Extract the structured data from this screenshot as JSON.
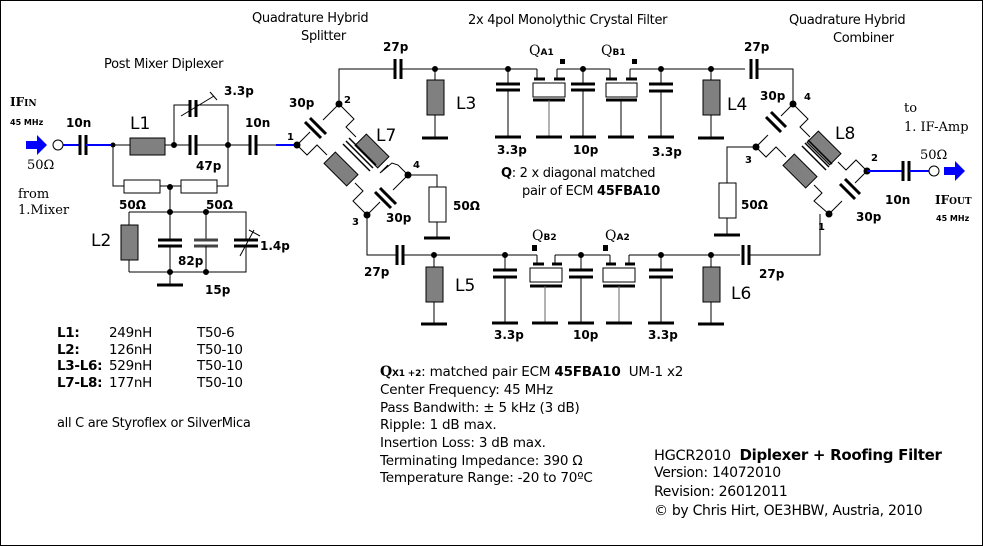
{
  "titles": {
    "post_mixer": "Post Mixer Diplexer",
    "splitter_l1": "Quadrature Hybrid",
    "splitter_l2": "Splitter",
    "crystal_filter": "2x 4pol Monolythic Crystal Filter",
    "combiner_l1": "Quadrature Hybrid",
    "combiner_l2": "Combiner"
  },
  "input": {
    "name_main": "IF",
    "name_sub": "IN",
    "freq": "45 MHz",
    "impedance": "50Ω",
    "from_l1": "from",
    "from_l2": "1.Mixer",
    "color": "#0000ff"
  },
  "output": {
    "name_main": "IF",
    "name_sub": "OUT",
    "freq": "45 MHz",
    "impedance": "50Ω",
    "to_l1": "to",
    "to_l2": "1. IF-Amp",
    "color": "#0000ff"
  },
  "components": {
    "c_in": "10n",
    "l1": "L1",
    "c_trim_top": "3.3p",
    "c_47": "47p",
    "c_out_dipl": "10n",
    "r_left": "50Ω",
    "r_right": "50Ω",
    "l2": "L2",
    "c_82": "82p",
    "c_15": "15p",
    "c_trim_bot": "1.4p",
    "split_c_top": "30p",
    "split_c_bot": "30p",
    "l7": "L7",
    "r_split": "50Ω",
    "c27_top_left": "27p",
    "c27_bot_left": "27p",
    "l3": "L3",
    "l5": "L5",
    "c_top_1": "3.3p",
    "c_top_2": "10p",
    "c_top_3": "3.3p",
    "c_bot_1": "3.3p",
    "c_bot_2": "10p",
    "c_bot_3": "3.3p",
    "qa1_main": "Q",
    "qa1_sub": "A1",
    "qb1_main": "Q",
    "qb1_sub": "B1",
    "qb2_main": "Q",
    "qb2_sub": "B2",
    "qa2_main": "Q",
    "qa2_sub": "A2",
    "l4": "L4",
    "l6": "L6",
    "c27_top_right": "27p",
    "c27_bot_right": "27p",
    "comb_c_top": "30p",
    "comb_c_bot": "30p",
    "l8": "L8",
    "r_comb": "50Ω",
    "c_out": "10n"
  },
  "pins": {
    "split_1": "1",
    "split_2": "2",
    "split_3": "3",
    "split_4": "4",
    "comb_1": "1",
    "comb_2": "2",
    "comb_3": "3",
    "comb_4": "4"
  },
  "crystal_note": {
    "q_label": "Q",
    "line1": ": 2 x diagonal matched",
    "line2_pre": "pair of ECM ",
    "line2_part": "45FBA10"
  },
  "inductor_table": [
    {
      "name": "L1",
      "value": "249nH",
      "core": "T50-6"
    },
    {
      "name": "L2",
      "value": "126nH",
      "core": "T50-10"
    },
    {
      "name": "L3-L6",
      "value": "529nH",
      "core": "T50-10"
    },
    {
      "name": "L7-L8",
      "value": "177nH",
      "core": "T50-10"
    }
  ],
  "cap_note": "all C are Styroflex or SilverMica",
  "specs": {
    "qx_main": "Q",
    "qx_sub": "X1 +2",
    "qx_text": ": matched pair ECM ",
    "qx_part": "45FBA10",
    "qx_tail": "  UM-1 x2",
    "lines": [
      "Center Frequency: 45 MHz",
      "Pass Bandwith: ± 5 kHz (3 dB)",
      "Ripple: 1 dB max.",
      "Insertion Loss: 3 dB max.",
      "Terminating Impedance: 390 Ω",
      "Temperature Range: -20 to 70ºC"
    ]
  },
  "titleblock": {
    "code": "HGCR2010",
    "title": "Diplexer + Roofing Filter",
    "version": "Version: 14072010",
    "revision": "Revision: 26012011",
    "copyright": "© by Chris Hirt, OE3HBW, Austria, 2010"
  },
  "colors": {
    "wire": "#000000",
    "signal": "#0000ff",
    "inductor_fill": "#808080",
    "background": "#ffffff"
  }
}
